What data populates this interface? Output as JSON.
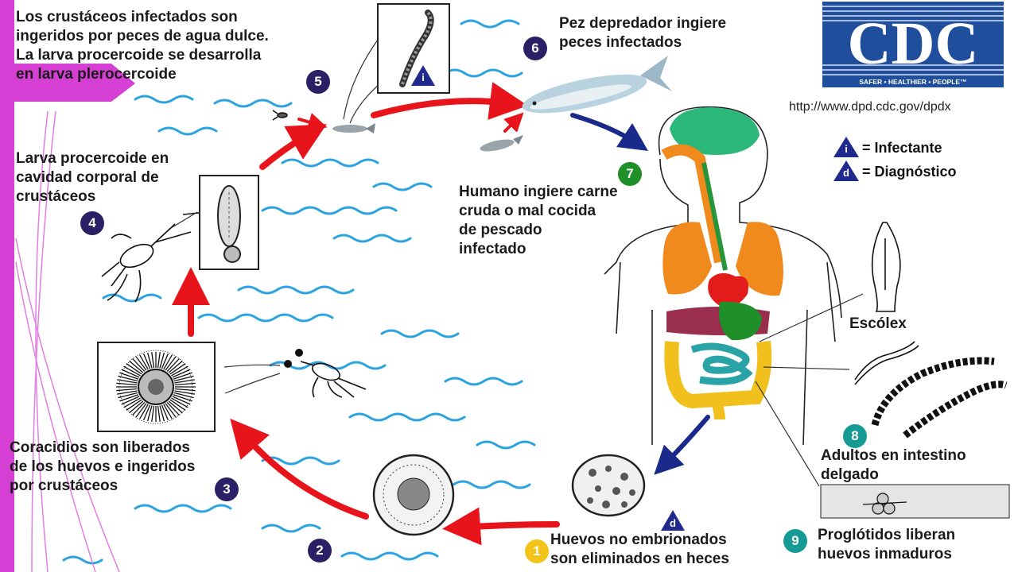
{
  "logo": {
    "name": "CDC",
    "tagline": "SAFER • HEALTHIER • PEOPLE™",
    "url": "http://www.dpd.cdc.gov/dpdx"
  },
  "legend": {
    "infective_symbol": "i",
    "infective_label": "= Infectante",
    "diagnostic_symbol": "d",
    "diagnostic_label": "= Diagnóstico"
  },
  "steps": [
    {
      "number": "1",
      "text": "Huevos no embrionados\nson eliminados en heces"
    },
    {
      "number": "2",
      "text": ""
    },
    {
      "number": "3",
      "text": "Coracidios son liberados\nde los huevos e ingeridos\npor crustáceos"
    },
    {
      "number": "4",
      "text": "Larva procercoide en\ncavidad corporal de\ncrustáceos"
    },
    {
      "number": "5",
      "text": "Los crustáceos infectados son\ningeridos por peces de agua dulce.\nLa larva procercoide se desarrolla\nen larva plerocercoide"
    },
    {
      "number": "6",
      "text": "Pez depredador ingiere\npeces infectados"
    },
    {
      "number": "7",
      "text": "Humano ingiere carne\ncruda o mal cocida\nde pescado\ninfectado"
    },
    {
      "number": "8",
      "text": "Adultos en intestino\ndelgado"
    },
    {
      "number": "9",
      "text": "Proglótidos liberan\nhuevos inmaduros"
    }
  ],
  "labels": {
    "scolex": "Escólex",
    "stage_i": "i",
    "stage_d": "d"
  },
  "colors": {
    "step_badge": "#2b1f66",
    "human_badge": "#1f8f2a",
    "adult_badge": "#169a96",
    "egg_badge": "#f2c318",
    "arrow_red": "#e8141b",
    "arrow_blue": "#1a2a8a",
    "water": "#2aa3e0",
    "accent_magenta": "#e040d8",
    "cdc_blue": "#1f4e9c"
  }
}
